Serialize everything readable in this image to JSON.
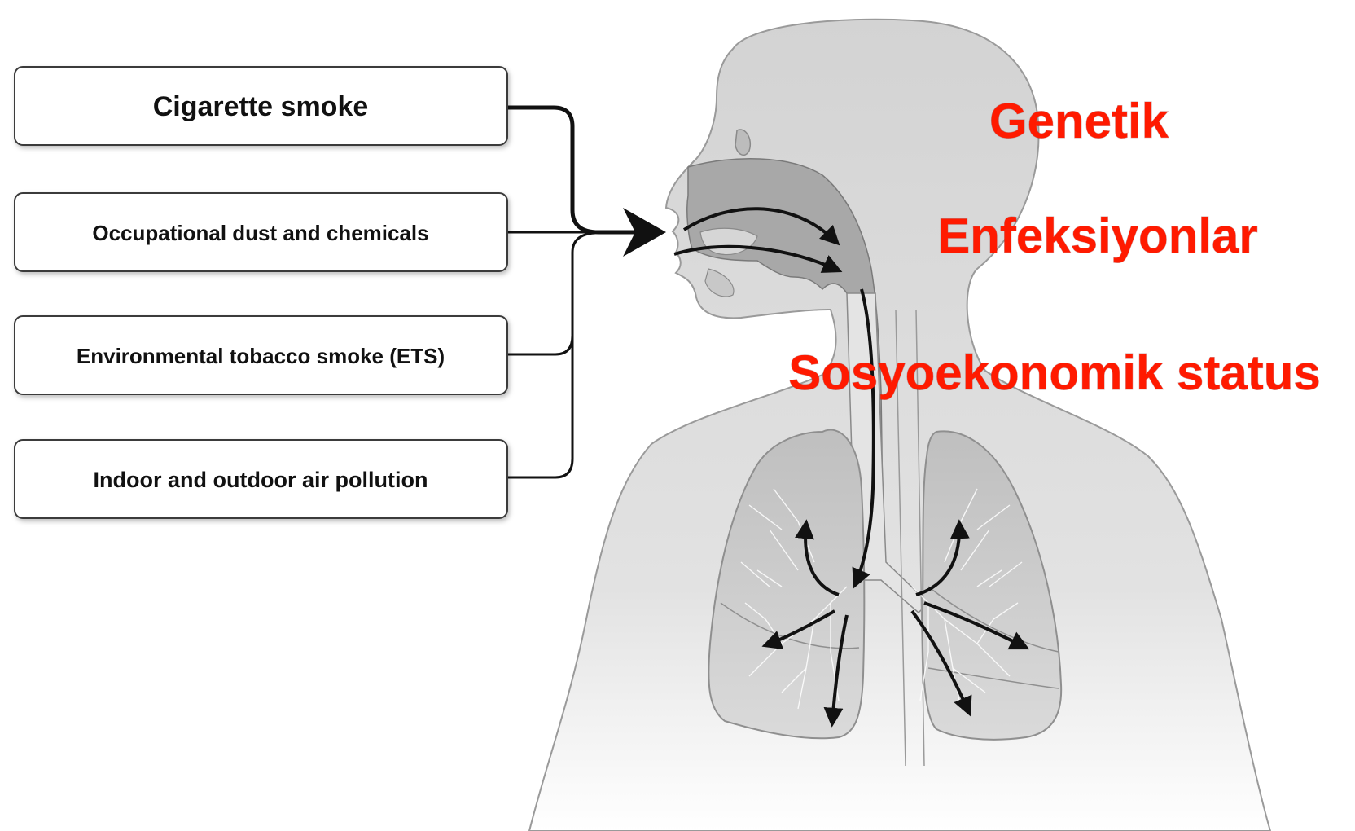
{
  "exposures": [
    {
      "label": "Cigarette smoke"
    },
    {
      "label": "Occupational dust and chemicals"
    },
    {
      "label": "Environmental tobacco smoke (ETS)"
    },
    {
      "label": "Indoor and outdoor air pollution"
    }
  ],
  "risk_factors": [
    {
      "label": "Genetik"
    },
    {
      "label": "Enfeksiyonlar"
    },
    {
      "label": "Sosyoekonomik status"
    }
  ],
  "colors": {
    "risk_text": "#ff1a00",
    "box_border": "#3a3a3a",
    "connector": "#111111",
    "body_fill": "#d2d2d2",
    "airway_fill": "#a6a6a6",
    "lung_fill": "#c4c4c4"
  }
}
